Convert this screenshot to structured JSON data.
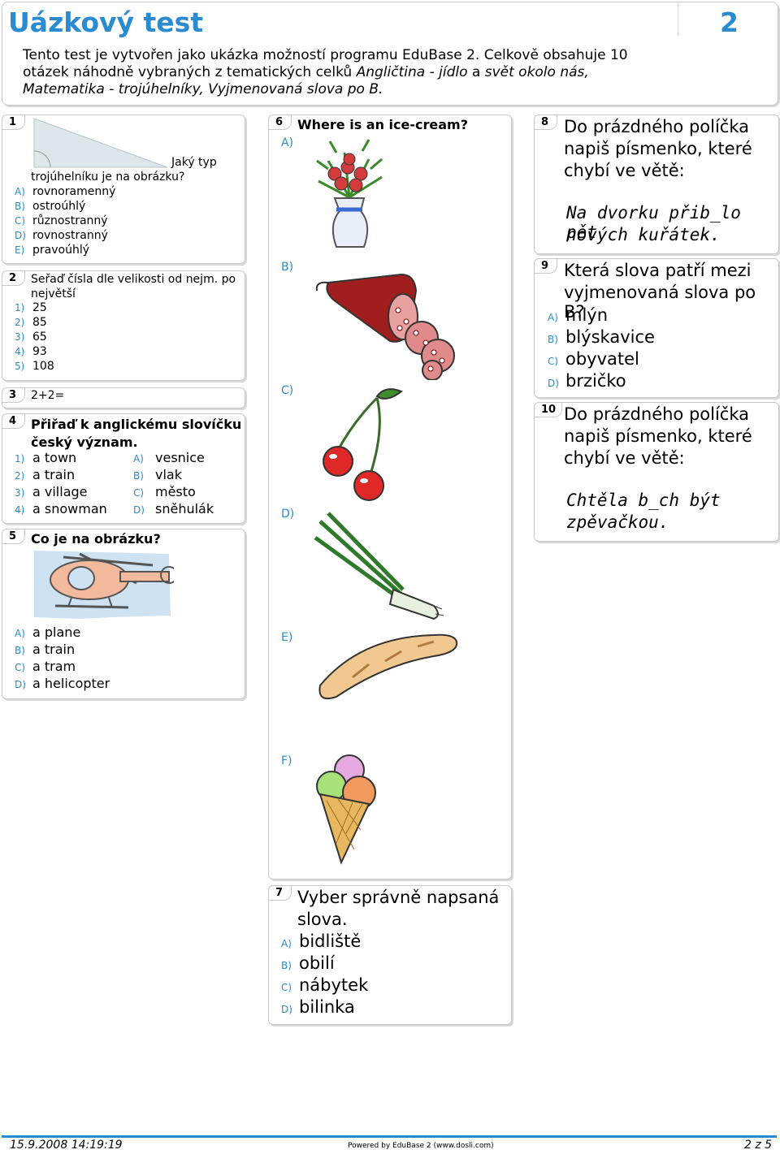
{
  "header": {
    "title": "Uázkový test",
    "page_number": "2",
    "intro_line1": "Tento test je vytvořen jako ukázka možností programu EduBase 2. Celkově obsahuje 10",
    "intro_line2_a": "otázek náhodně vybraných z tematických celků ",
    "intro_line2_b": "Angličtina - jídlo",
    "intro_line2_c": " a ",
    "intro_line2_d": "svět okolo nás,",
    "intro_line3": "Matematika - trojúhelníky, Vyjmenovaná slova po B."
  },
  "q1": {
    "num": "1",
    "text_a": "Jaký typ",
    "text_b": "trojúhelníku je na obrázku?",
    "options": [
      {
        "label": "A)",
        "text": "rovnoramenný"
      },
      {
        "label": "B)",
        "text": "ostroúhlý"
      },
      {
        "label": "C)",
        "text": "různostranný"
      },
      {
        "label": "D)",
        "text": "rovnostranný"
      },
      {
        "label": "E)",
        "text": "pravoúhlý"
      }
    ]
  },
  "q2": {
    "num": "2",
    "text_a": "Seřaď čísla dle velikosti od nejm. po",
    "text_b": "největší",
    "options": [
      {
        "label": "1)",
        "text": "25"
      },
      {
        "label": "2)",
        "text": "85"
      },
      {
        "label": "3)",
        "text": "65"
      },
      {
        "label": "4)",
        "text": "93"
      },
      {
        "label": "5)",
        "text": "108"
      }
    ]
  },
  "q3": {
    "num": "3",
    "text": "2+2="
  },
  "q4": {
    "num": "4",
    "text_a": "Přiřaď k anglickému slovíčku",
    "text_b": "český význam.",
    "left": [
      {
        "label": "1)",
        "text": "a town"
      },
      {
        "label": "2)",
        "text": "a train"
      },
      {
        "label": "3)",
        "text": "a village"
      },
      {
        "label": "4)",
        "text": "a snowman"
      }
    ],
    "right": [
      {
        "label": "A)",
        "text": "vesnice"
      },
      {
        "label": "B)",
        "text": "vlak"
      },
      {
        "label": "C)",
        "text": "město"
      },
      {
        "label": "D)",
        "text": "sněhulák"
      }
    ]
  },
  "q5": {
    "num": "5",
    "text": "Co je na obrázku?",
    "options": [
      {
        "label": "A)",
        "text": "a plane"
      },
      {
        "label": "B)",
        "text": "a train"
      },
      {
        "label": "C)",
        "text": "a tram"
      },
      {
        "label": "D)",
        "text": "a helicopter"
      }
    ]
  },
  "q6": {
    "num": "6",
    "text": "Where is an ice-cream?",
    "labels": [
      "A)",
      "B)",
      "C)",
      "D)",
      "E)",
      "F)"
    ]
  },
  "q7": {
    "num": "7",
    "text_a": "Vyber správně napsaná",
    "text_b": "slova.",
    "options": [
      {
        "label": "A)",
        "text": "bidliště"
      },
      {
        "label": "B)",
        "text": "obilí"
      },
      {
        "label": "C)",
        "text": "nábytek"
      },
      {
        "label": "D)",
        "text": "bilinka"
      }
    ]
  },
  "q8": {
    "num": "8",
    "text_a": "Do prázdného políčka",
    "text_b": "napiš písmenko, které",
    "text_c": "chybí ve větě:",
    "sentence_a": "Na dvorku přib_lo pět",
    "sentence_b": "nových kuřátek."
  },
  "q9": {
    "num": "9",
    "text_a": "Která slova patří mezi",
    "text_b": "vyjmenovaná slova po B?",
    "options": [
      {
        "label": "A)",
        "text": "mlýn"
      },
      {
        "label": "B)",
        "text": "blýskavice"
      },
      {
        "label": "C)",
        "text": "obyvatel"
      },
      {
        "label": "D)",
        "text": "brzičko"
      }
    ]
  },
  "q10": {
    "num": "10",
    "text_a": "Do prázdného políčka",
    "text_b": "napiš písmenko, které",
    "text_c": "chybí ve větě:",
    "sentence_a": "Chtěla b_ch být",
    "sentence_b": "zpěvačkou."
  },
  "footer": {
    "date": "15.9.2008 14:19:19",
    "powered": "Powered by EduBase 2 (www.dosli.com)",
    "page": "2 z 5"
  }
}
